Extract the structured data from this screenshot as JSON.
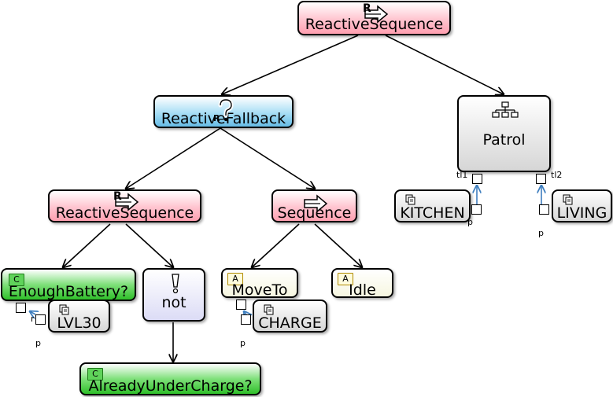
{
  "nodes": {
    "root": {
      "label": "ReactiveSequence",
      "marker": "R"
    },
    "fallback": {
      "label": "ReactiveFallback",
      "marker": "R"
    },
    "react_seq2": {
      "label": "ReactiveSequence",
      "marker": "R"
    },
    "sequence": {
      "label": "Sequence"
    },
    "patrol": {
      "label": "Patrol"
    },
    "kitchen": {
      "label": "KITCHEN"
    },
    "living": {
      "label": "LIVING"
    },
    "enough": {
      "label": "EnoughBattery?",
      "badge": "C"
    },
    "lvl30": {
      "label": "LVL30"
    },
    "not": {
      "label": "not"
    },
    "moveto": {
      "label": "MoveTo",
      "badge": "A"
    },
    "charge": {
      "label": "CHARGE"
    },
    "idle": {
      "label": "Idle",
      "badge": "A"
    },
    "already": {
      "label": "AlreadyUnderCharge?",
      "badge": "C"
    }
  },
  "ports": {
    "patrol_tl1": "tl1",
    "patrol_tl2": "tl2",
    "kitchen_p": "p",
    "living_p": "p",
    "enough_r": "r",
    "lvl30_p": "p",
    "charge_p": "p"
  },
  "colors": {
    "control_pink": "#ffc4cf",
    "fallback_blue": "#a8def5",
    "condition_green": "#2fbf2a",
    "action_yellow": "#f6f6e0",
    "decorator_lavender": "#dcdcf6",
    "subtree_grey": "#d6d6d6",
    "port_arrow": "#3f7fbf"
  },
  "icons": {
    "reactive_sequence": "double-arrow-icon",
    "reactive_fallback": "question-mark-icon",
    "sequence": "double-arrow-icon",
    "subtree": "tree-hierarchy-icon",
    "blackboard": "stacked-pages-icon",
    "decorator": "exclamation-icon"
  }
}
